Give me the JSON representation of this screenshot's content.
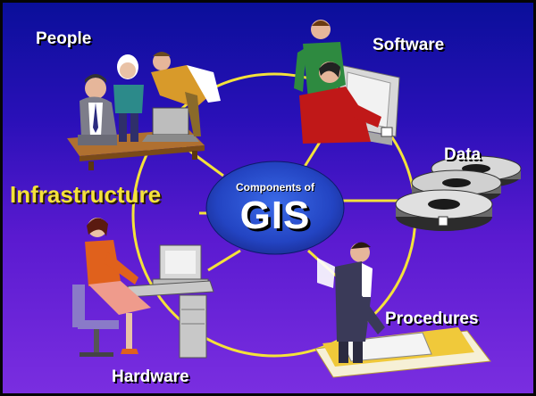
{
  "diagram": {
    "center": {
      "subtitle": "Components of",
      "title": "GIS"
    },
    "components": {
      "people": "People",
      "software": "Software",
      "data": "Data",
      "infrastructure": "Infrastructure",
      "procedures": "Procedures",
      "hardware": "Hardware"
    }
  },
  "colors": {
    "background_top": "#0a0f9a",
    "background_bottom": "#7a2ee0",
    "ring": "#f4e23a",
    "center_ellipse": "#2f55d6",
    "infrastructure_text": "#f4e23a",
    "label_text": "#ffffff"
  }
}
